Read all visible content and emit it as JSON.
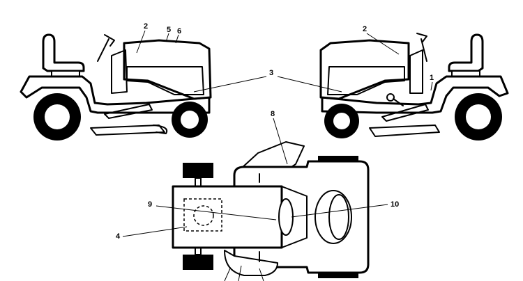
{
  "callouts": {
    "c1": "1",
    "c2a": "2",
    "c2b": "2",
    "c3": "3",
    "c4": "4",
    "c5": "5",
    "c6": "6",
    "c8": "8",
    "c9": "9",
    "c10": "10"
  }
}
